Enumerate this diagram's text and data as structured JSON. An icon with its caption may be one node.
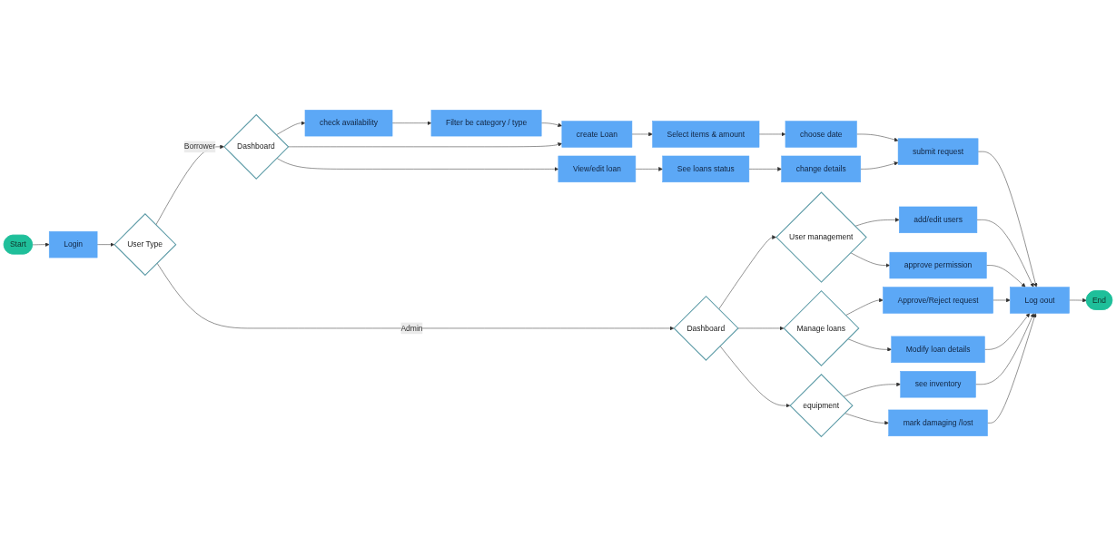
{
  "diagram": {
    "nodes": [
      {
        "text": [
          "Start"
        ]
      },
      {
        "text": [
          "Login"
        ]
      },
      {
        "text": [
          "User Type"
        ]
      },
      {
        "text": [
          "Dashboard"
        ]
      },
      {
        "text": [
          "check availability"
        ]
      },
      {
        "text": [
          "Filter be category / type"
        ]
      },
      {
        "text": [
          "create Loan"
        ]
      },
      {
        "text": [
          "Select items & amount"
        ]
      },
      {
        "text": [
          "choose date"
        ]
      },
      {
        "text": [
          "View/edit loan"
        ]
      },
      {
        "text": [
          "See loans status"
        ]
      },
      {
        "text": [
          "change details"
        ]
      },
      {
        "text": [
          "submit request"
        ]
      },
      {
        "text": [
          "Log oout"
        ]
      },
      {
        "text": [
          "End"
        ]
      },
      {
        "text": [
          "Dashboard"
        ]
      },
      {
        "text": [
          "User management"
        ]
      },
      {
        "text": [
          "add/edit users"
        ]
      },
      {
        "text": [
          "approve permission"
        ]
      },
      {
        "text": [
          "Manage loans"
        ]
      },
      {
        "text": [
          "Approve/Reject request"
        ]
      },
      {
        "text": [
          "Modify loan details"
        ]
      },
      {
        "text": [
          "equipment"
        ]
      },
      {
        "text": [
          "see inventory"
        ]
      },
      {
        "text": [
          "mark damaging /lost"
        ]
      }
    ],
    "edges": [
      {
        "from": 0,
        "to": 1,
        "arrow": "to"
      },
      {
        "from": 1,
        "to": 2,
        "arrow": "to"
      },
      {
        "from": 2,
        "to": 3,
        "label": "Borrower",
        "arrow": "to"
      },
      {
        "from": 2,
        "to": 15,
        "label": "Admin",
        "arrow": "to"
      },
      {
        "from": 3,
        "to": 4,
        "arrow": "to"
      },
      {
        "from": 4,
        "to": 5,
        "arrow": "to"
      },
      {
        "from": 5,
        "to": 6,
        "arrow": "to"
      },
      {
        "from": 3,
        "to": 6,
        "arrow": "to"
      },
      {
        "from": 6,
        "to": 7,
        "arrow": "to"
      },
      {
        "from": 7,
        "to": 8,
        "arrow": "to"
      },
      {
        "from": 3,
        "to": 9,
        "arrow": "to"
      },
      {
        "from": 9,
        "to": 10,
        "arrow": "to"
      },
      {
        "from": 10,
        "to": 11,
        "arrow": "to"
      },
      {
        "from": 8,
        "to": 12,
        "arrow": "to"
      },
      {
        "from": 11,
        "to": 12,
        "arrow": "to"
      },
      {
        "from": 12,
        "to": 13,
        "arrow": "to"
      },
      {
        "from": 13,
        "to": 14,
        "arrow": "to"
      },
      {
        "from": 15,
        "to": 16,
        "arrow": "to"
      },
      {
        "from": 15,
        "to": 19,
        "arrow": "to"
      },
      {
        "from": 15,
        "to": 22,
        "arrow": "to"
      },
      {
        "from": 16,
        "to": 17,
        "arrow": "to"
      },
      {
        "from": 16,
        "to": 18,
        "arrow": "to"
      },
      {
        "from": 19,
        "to": 20,
        "arrow": "to"
      },
      {
        "from": 19,
        "to": 21,
        "arrow": "to"
      },
      {
        "from": 22,
        "to": 23,
        "arrow": "to"
      },
      {
        "from": 22,
        "to": 24,
        "arrow": "to"
      },
      {
        "from": 17,
        "to": 13,
        "arrow": "to"
      },
      {
        "from": 18,
        "to": 13,
        "arrow": "to"
      },
      {
        "from": 20,
        "to": 13,
        "arrow": "to"
      },
      {
        "from": 21,
        "to": 13,
        "arrow": "to"
      },
      {
        "from": 23,
        "to": 13,
        "arrow": "to"
      },
      {
        "from": 24,
        "to": 13,
        "arrow": "to"
      }
    ]
  }
}
